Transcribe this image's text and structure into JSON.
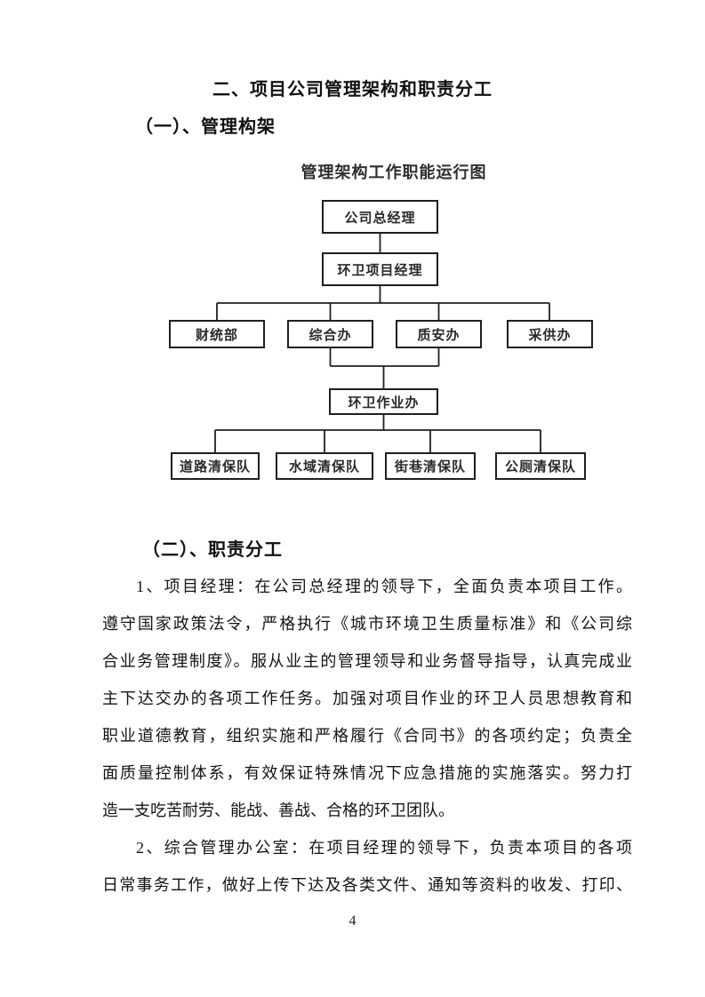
{
  "page": {
    "title": "二、项目公司管理架构和职责分工",
    "section1_heading": "（一）、管理构架",
    "section2_heading": "（二）、职责分工",
    "page_number": "4"
  },
  "chart": {
    "title": "管理架构工作职能运行图",
    "nodes": {
      "general_manager": "公司总经理",
      "project_manager": "环卫项目经理",
      "finance_dept": "财统部",
      "general_office": "综合办",
      "quality_safety_office": "质安办",
      "procurement_office": "采供办",
      "operations_office": "环卫作业办",
      "road_team": "道路清保队",
      "water_team": "水域清保队",
      "street_team": "街巷清保队",
      "toilet_team": "公厕清保队"
    }
  },
  "body": {
    "lines": [
      {
        "text": "1、项目经理：在公司总经理的领导下，全面负责本项目工作。"
      },
      {
        "text": "遵守国家政策法令，严格执行《城市环境卫生质量标准》和《公司综"
      },
      {
        "text": "合业务管理制度》。服从业主的管理领导和业务督导指导，认真完成业"
      },
      {
        "text": "主下达交办的各项工作任务。加强对项目作业的环卫人员思想教育和"
      },
      {
        "text": "职业道德教育，组织实施和严格履行《合同书》的各项约定；负责全"
      },
      {
        "text": "面质量控制体系，有效保证特殊情况下应急措施的实施落实。努力打"
      },
      {
        "text": "造一支吃苦耐劳、能战、善战、合格的环卫团队。"
      },
      {
        "text": "2、综合管理办公室：在项目经理的领导下，负责本项目的各项"
      },
      {
        "text": "日常事务工作，做好上传下达及各类文件、通知等资料的收发、打印、"
      }
    ]
  }
}
